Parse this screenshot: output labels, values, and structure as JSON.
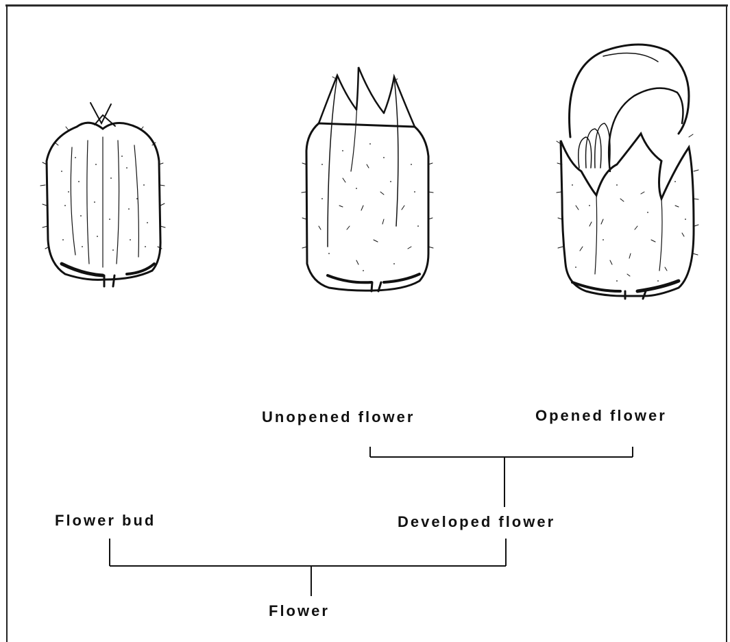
{
  "labels": {
    "unopened_flower": "Unopened flower",
    "opened_flower": "Opened flower",
    "flower_bud": "Flower bud",
    "developed_flower": "Developed flower",
    "flower": "Flower"
  },
  "colors": {
    "ink": "#111111",
    "background": "#ffffff"
  }
}
